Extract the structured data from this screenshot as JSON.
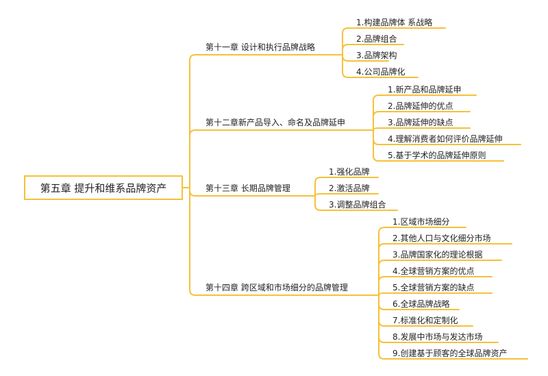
{
  "root": "第五章  提升和维系品牌资产",
  "chapters": [
    {
      "title": "第十一章  设计和执行品牌战略",
      "items": [
        "1.构建品牌体 系战略",
        "2.品牌组合",
        "3.品牌架构",
        "4.公司品牌化"
      ]
    },
    {
      "title": "第十二章新产品导入、命名及品牌延申",
      "items": [
        "1.新产品和品牌延申",
        "2.品牌延伸的优点",
        "3.品牌延伸的缺点",
        "4.理解消费者如何评价品牌延伸",
        "5.基于学术的品牌延伸原则"
      ]
    },
    {
      "title": "第十三章  长期品牌管理",
      "items": [
        "1.强化品牌",
        "2.激活品牌",
        "3.调整品牌组合"
      ]
    },
    {
      "title": "第十四章  跨区域和市场细分的品牌管理",
      "items": [
        "1.区域市场细分",
        "2.其他人口与文化细分市场",
        "3.品牌国家化的理论根据",
        "4.全球营销方案的优点",
        "5.全球营销方案的缺点",
        "6.全球品牌战略",
        "7.标准化和定制化",
        "8.发展中市场与发达市场",
        "9.创建基于顾客的全球品牌资产"
      ]
    }
  ],
  "colors": {
    "line": "#f5c13a",
    "text": "#222222"
  }
}
